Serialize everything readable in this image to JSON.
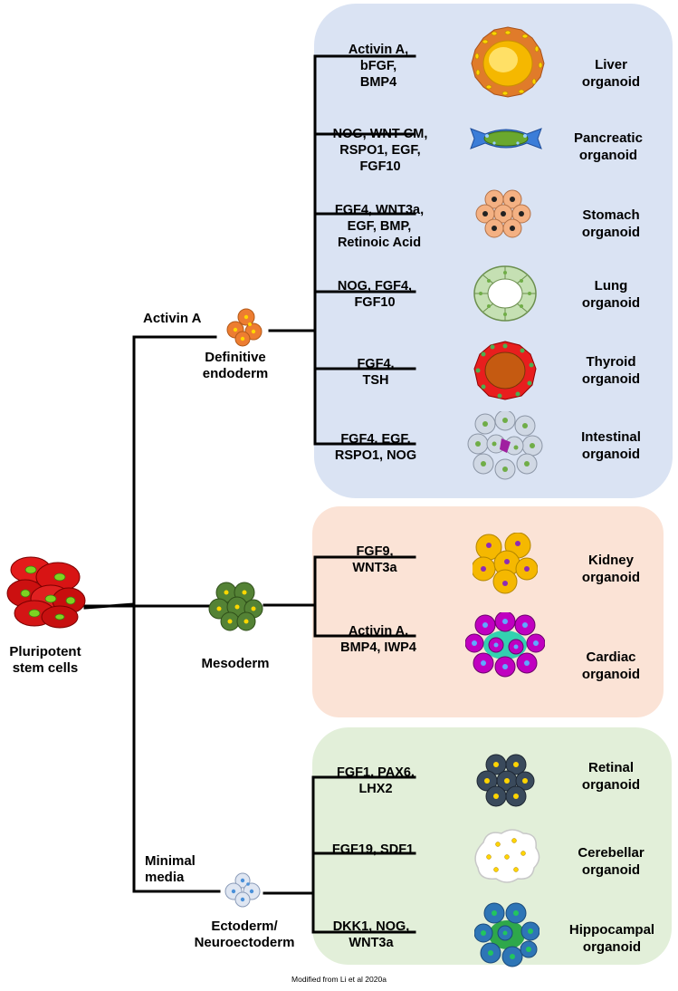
{
  "stem": {
    "label": "Pluripotent\nstem cells"
  },
  "branches": {
    "endoderm": {
      "condition": "Activin A",
      "label": "Definitive\nendoderm"
    },
    "mesoderm": {
      "label": "Mesoderm"
    },
    "ectoderm": {
      "condition": "Minimal\nmedia",
      "label": "Ectoderm/\nNeuroectoderm"
    }
  },
  "organoids": [
    {
      "factors": "Activin A,\nbFGF,\nBMP4",
      "name": "Liver\norganoid",
      "icon": "liver-organoid-icon"
    },
    {
      "factors": "NOG, WNT CM,\nRSPO1, EGF,\nFGF10",
      "name": "Pancreatic\norganoid",
      "icon": "pancreatic-organoid-icon"
    },
    {
      "factors": "FGF4, WNT3a,\nEGF, BMP,\nRetinoic Acid",
      "name": "Stomach\norganoid",
      "icon": "stomach-organoid-icon"
    },
    {
      "factors": "NOG, FGF4,\nFGF10",
      "name": "Lung\norganoid",
      "icon": "lung-organoid-icon"
    },
    {
      "factors": "FGF4,\nTSH",
      "name": "Thyroid\norganoid",
      "icon": "thyroid-organoid-icon"
    },
    {
      "factors": "FGF4, EGF,\nRSPO1, NOG",
      "name": "Intestinal\norganoid",
      "icon": "intestinal-organoid-icon"
    },
    {
      "factors": "FGF9,\nWNT3a",
      "name": "Kidney\norganoid",
      "icon": "kidney-organoid-icon"
    },
    {
      "factors": "Activin A,\nBMP4, IWP4",
      "name": "Cardiac\norganoid",
      "icon": "cardiac-organoid-icon"
    },
    {
      "factors": "FGF1, PAX6,\nLHX2",
      "name": "Retinal\norganoid",
      "icon": "retinal-organoid-icon"
    },
    {
      "factors": "FGF19, SDF1",
      "name": "Cerebellar\norganoid",
      "icon": "cerebellar-organoid-icon"
    },
    {
      "factors": "DKK1, NOG,\nWNT3a",
      "name": "Hippocampal\norganoid",
      "icon": "hippocampal-organoid-icon"
    }
  ],
  "colors": {
    "endoderm_panel": "#dae3f3",
    "mesoderm_panel": "#fbe3d6",
    "ectoderm_panel": "#e2efd9"
  },
  "credit": "Modified from Li et al 2020a"
}
